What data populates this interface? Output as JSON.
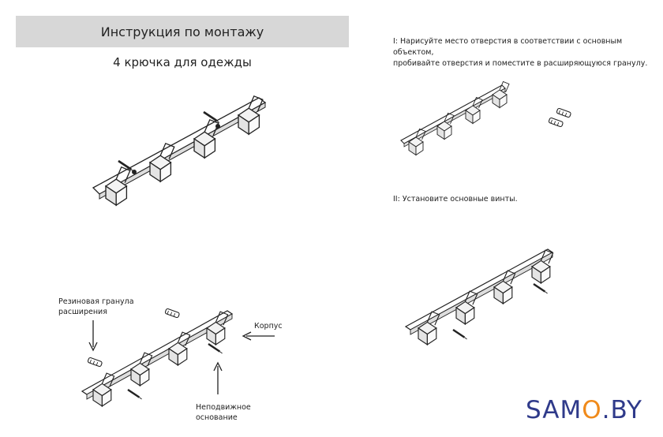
{
  "title": "Инструкция по монтажу",
  "subtitle": "4 крючка для одежды",
  "steps": [
    {
      "line1": "I: Нарисуйте место отверстия в соответствии с основным объектом,",
      "line2": "пробивайте отверстия и поместите в расширяющуюся гранулу."
    },
    {
      "line1": "II: Установите основные винты."
    }
  ],
  "callouts": {
    "rubber_line1": "Резиновая гранула",
    "rubber_line2": "расширения",
    "body": "Корпус",
    "base_line1": "Неподвижное",
    "base_line2": "основание"
  },
  "brand": {
    "part1": "SAM",
    "part2": "O",
    "part3": ".BY"
  }
}
